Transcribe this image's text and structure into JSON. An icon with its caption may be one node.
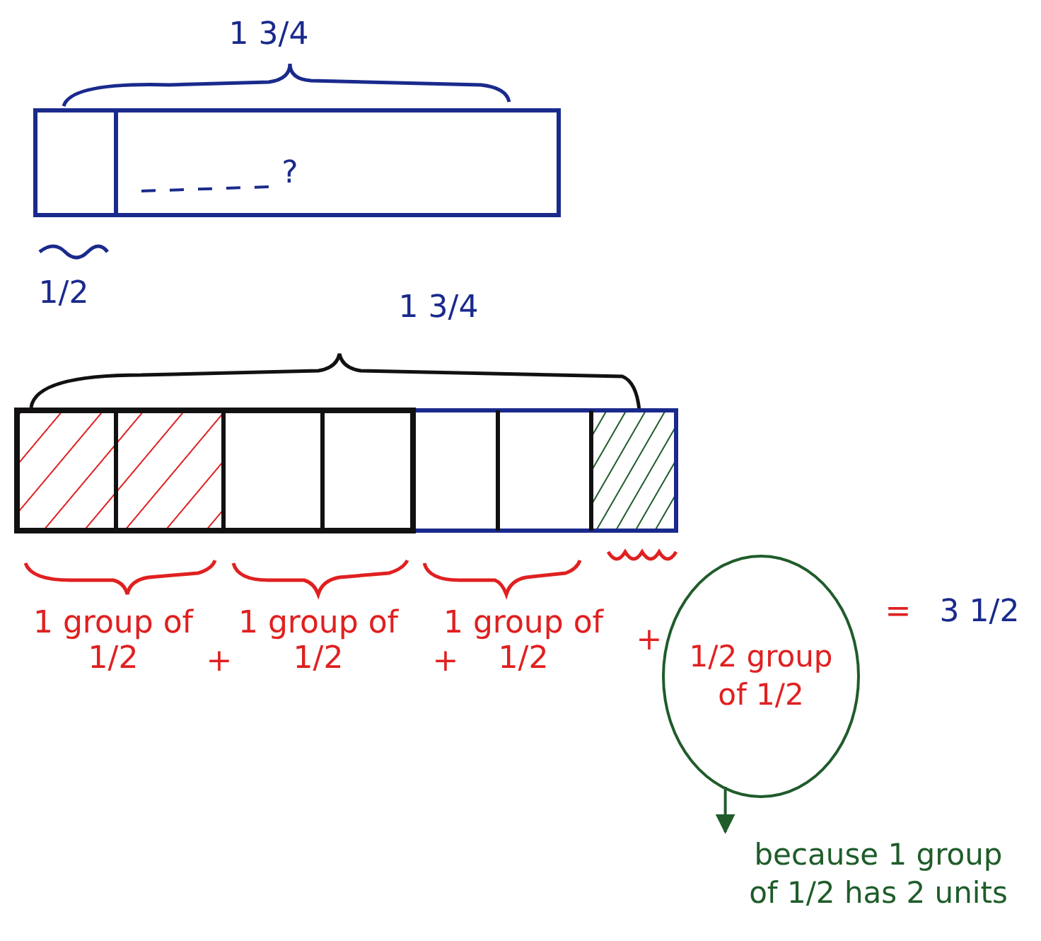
{
  "diagram": {
    "nodes": [
      {
        "text": [
          "1/2 group of 1/2"
        ]
      },
      {
        "text": [
          "because 1 group of 1/2 has 2 units"
        ]
      }
    ],
    "edges": [
      {
        "from": 0,
        "to": 1,
        "arrow": "to"
      }
    ],
    "labels": [
      "1 3/4",
      "?",
      "1/2",
      "1 3/4",
      "1 group of 1/2",
      "+",
      "1 group of 1/2",
      "+",
      "1 group of 1/2",
      "+",
      "=",
      "3 1/2"
    ]
  }
}
